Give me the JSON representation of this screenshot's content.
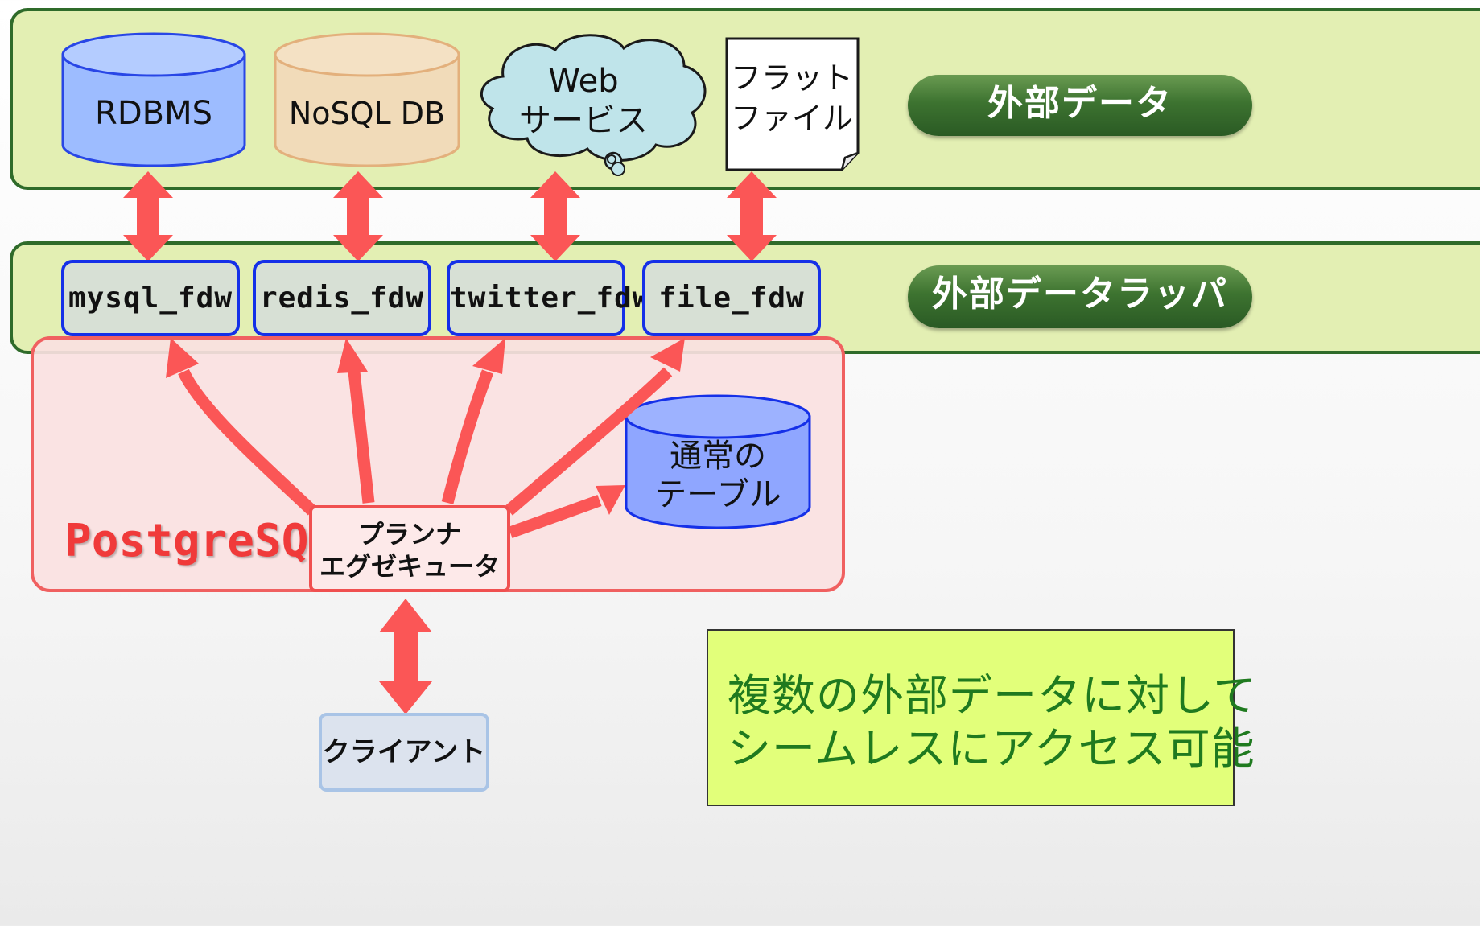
{
  "sources": {
    "rdbms": "RDBMS",
    "nosql": "NoSQL DB",
    "web_line1": "Web",
    "web_line2": "サービス",
    "flat_line1": "フラット",
    "flat_line2": "ファイル"
  },
  "labels": {
    "external_data": "外部データ",
    "external_data_wrapper": "外部データラッパ",
    "postgresql": "PostgreSQL"
  },
  "wrappers": [
    "mysql_fdw",
    "redis_fdw",
    "twitter_fdw",
    "file_fdw"
  ],
  "planner": {
    "line1": "プランナ",
    "line2": "エグゼキュータ"
  },
  "table": {
    "line1": "通常の",
    "line2": "テーブル"
  },
  "client": "クライアント",
  "callout": {
    "line1": "複数の外部データに対して",
    "line2": "シームレスにアクセス可能"
  },
  "colors": {
    "arrow": "#fb5656",
    "band_fill": "#e3efb3",
    "band_border": "#2f6b2a",
    "postgres_fill": "#fae3e3",
    "postgres_text": "#f03a3a",
    "callout_fill": "#e2ff7a",
    "callout_text": "#1f7a1f"
  }
}
